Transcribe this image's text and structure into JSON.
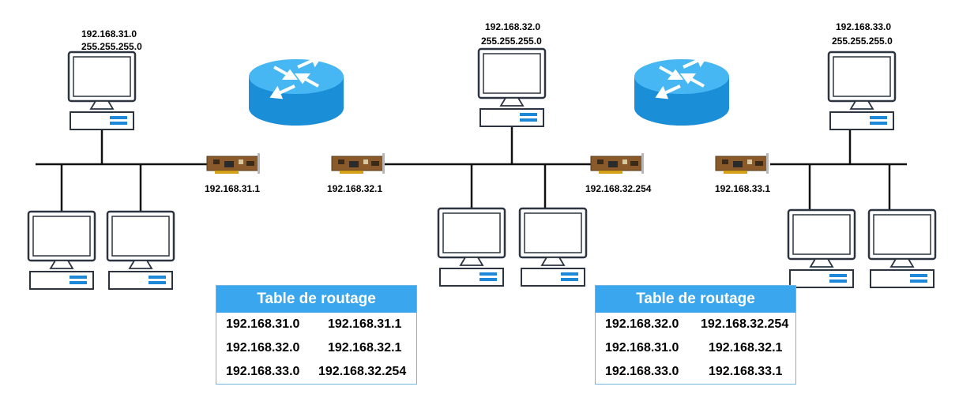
{
  "networks": [
    {
      "address": "192.168.31.0",
      "mask": "255.255.255.0"
    },
    {
      "address": "192.168.32.0",
      "mask": "255.255.255.0"
    },
    {
      "address": "192.168.33.0",
      "mask": "255.255.255.0"
    }
  ],
  "interfaces": [
    "192.168.31.1",
    "192.168.32.1",
    "192.168.32.254",
    "192.168.33.1"
  ],
  "routing_tables": [
    {
      "title": "Table de routage",
      "rows": [
        [
          "192.168.31.0",
          "192.168.31.1"
        ],
        [
          "192.168.32.0",
          "192.168.32.1"
        ],
        [
          "192.168.33.0",
          "192.168.32.254"
        ]
      ]
    },
    {
      "title": "Table de routage",
      "rows": [
        [
          "192.168.32.0",
          "192.168.32.254"
        ],
        [
          "192.168.31.0",
          "192.168.32.1"
        ],
        [
          "192.168.33.0",
          "192.168.33.1"
        ]
      ]
    }
  ],
  "colors": {
    "router": "#2fa3e6",
    "nic": "#8b5a2b",
    "table_header": "#3aa6ee",
    "screen_accent": "#1e88d8"
  }
}
